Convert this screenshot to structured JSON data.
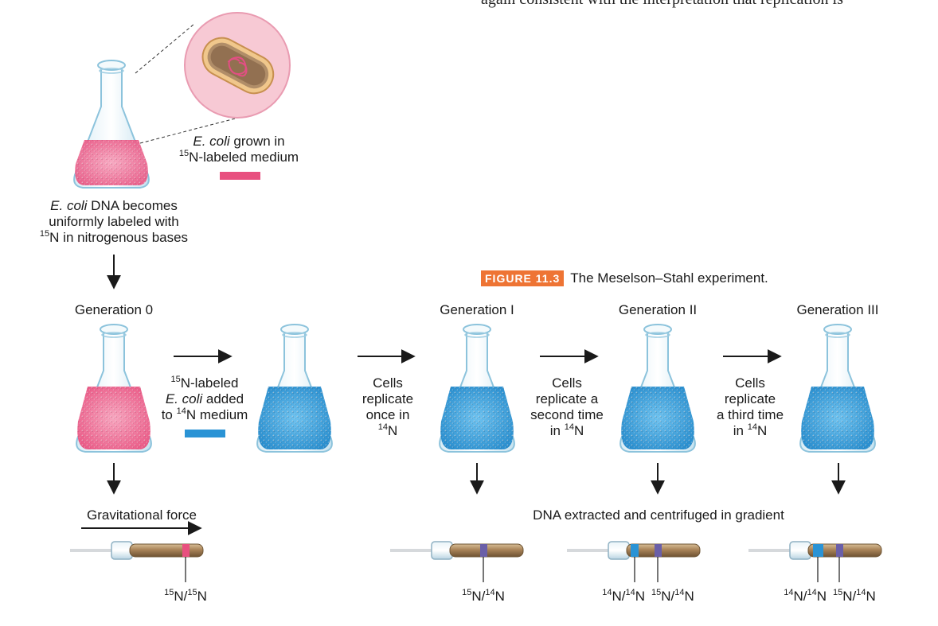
{
  "top_text": "again consistent with the interpretation that replication is",
  "figure": {
    "badge": "FIGURE 11.3",
    "title": "The Meselson–Stahl experiment."
  },
  "inset": {
    "line1_italic": "E. coli",
    "line1_rest": " grown in",
    "line2_sup": "15",
    "line2_rest": "N-labeled medium"
  },
  "left_note": {
    "line1_italic": "E. coli",
    "line1_rest": " DNA becomes",
    "line2": "uniformly labeled with",
    "line3_sup": "15",
    "line3_rest": "N in nitrogenous bases"
  },
  "generations": {
    "g0": "Generation 0",
    "g1": "Generation I",
    "g2": "Generation II",
    "g3": "Generation III"
  },
  "step_added": {
    "line1_sup": "15",
    "line1_rest": "N-labeled",
    "line2_italic": "E. coli",
    "line2_rest": " added",
    "line3_pre": "to ",
    "line3_sup": "14",
    "line3_rest": "N medium"
  },
  "step1": {
    "l1": "Cells",
    "l2": "replicate",
    "l3": "once in",
    "l4_sup": "14",
    "l4_rest": "N"
  },
  "step2": {
    "l1": "Cells",
    "l2": "replicate a",
    "l3": "second time",
    "l4_pre": "in ",
    "l4_sup": "14",
    "l4_rest": "N"
  },
  "step3": {
    "l1": "Cells",
    "l2": "replicate",
    "l3": "a third time",
    "l4_pre": "in ",
    "l4_sup": "14",
    "l4_rest": "N"
  },
  "gravitational_force": "Gravitational force",
  "dna_extracted": "DNA extracted and centrifuged in gradient",
  "bands": {
    "t0": {
      "a": "15",
      "b": "N/",
      "c": "15",
      "d": "N"
    },
    "t1": {
      "a": "15",
      "b": "N/",
      "c": "14",
      "d": "N"
    },
    "t2a": {
      "a": "14",
      "b": "N/",
      "c": "14",
      "d": "N"
    },
    "t2b": {
      "a": "15",
      "b": "N/",
      "c": "14",
      "d": "N"
    },
    "t3a": {
      "a": "14",
      "b": "N/",
      "c": "14",
      "d": "N"
    },
    "t3b": {
      "a": "15",
      "b": "N/",
      "c": "14",
      "d": "N"
    }
  },
  "colors": {
    "heavy_pink": "#e8507f",
    "light_blue": "#2a93d5",
    "hybrid_purple": "#6a5fa8",
    "badge_orange": "#ee7434",
    "tube_tan": "#b89870"
  }
}
